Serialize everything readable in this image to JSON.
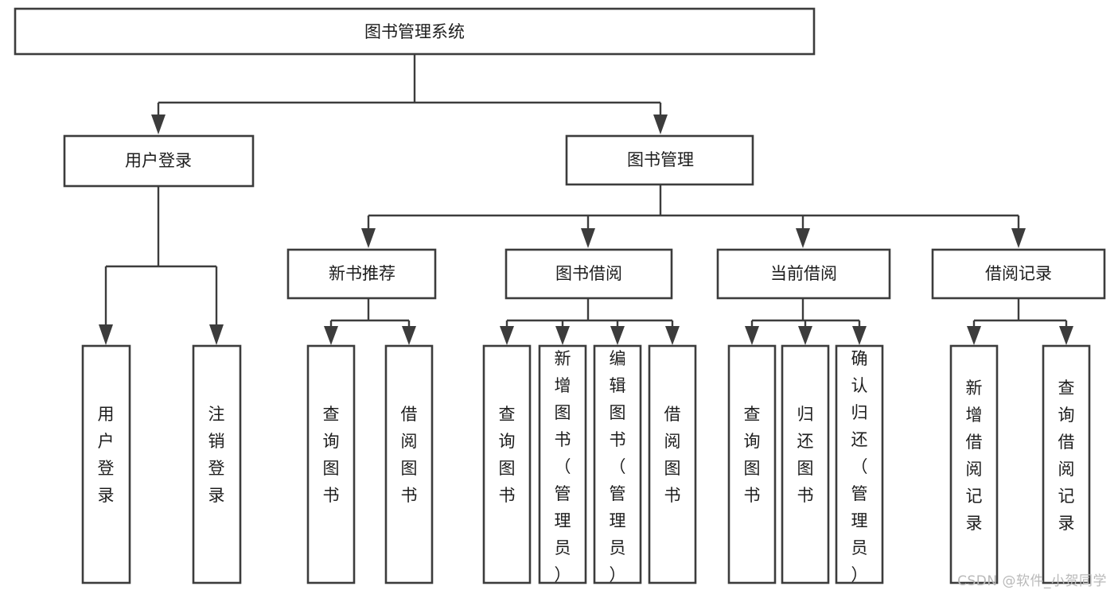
{
  "diagram": {
    "title": "图书管理系统",
    "type": "tree",
    "orientation": "top-down",
    "colors": {
      "background": "#ffffff",
      "node_fill": "#ffffff",
      "node_stroke": "#3c3c3c",
      "connector": "#3c3c3c",
      "text": "#1d1d1d",
      "watermark": "#b9b9b9"
    },
    "watermark": "CSDN @软件_小贺同学",
    "nodes": {
      "root": {
        "label": "图书管理系统"
      },
      "level1": [
        {
          "id": "user-login",
          "label": "用户登录"
        },
        {
          "id": "book-manage",
          "label": "图书管理"
        }
      ],
      "level2": [
        {
          "id": "new-book-rec",
          "label": "新书推荐",
          "parent": "book-manage"
        },
        {
          "id": "book-borrow",
          "label": "图书借阅",
          "parent": "book-manage"
        },
        {
          "id": "current-borrow",
          "label": "当前借阅",
          "parent": "book-manage"
        },
        {
          "id": "borrow-record",
          "label": "借阅记录",
          "parent": "book-manage"
        }
      ],
      "leaves": [
        {
          "id": "leaf-user-login",
          "label": "用户登录",
          "parent": "user-login"
        },
        {
          "id": "leaf-user-logout",
          "label": "注销登录",
          "parent": "user-login"
        },
        {
          "id": "leaf-query-book-1",
          "label": "查询图书",
          "parent": "new-book-rec"
        },
        {
          "id": "leaf-borrow-book-1",
          "label": "借阅图书",
          "parent": "new-book-rec"
        },
        {
          "id": "leaf-query-book-2",
          "label": "查询图书",
          "parent": "book-borrow"
        },
        {
          "id": "leaf-add-book",
          "label": "新增图书（管理员）",
          "parent": "book-borrow"
        },
        {
          "id": "leaf-edit-book",
          "label": "编辑图书（管理员）",
          "parent": "book-borrow"
        },
        {
          "id": "leaf-borrow-book-2",
          "label": "借阅图书",
          "parent": "book-borrow"
        },
        {
          "id": "leaf-query-book-3",
          "label": "查询图书",
          "parent": "current-borrow"
        },
        {
          "id": "leaf-return-book",
          "label": "归还图书",
          "parent": "current-borrow"
        },
        {
          "id": "leaf-confirm-return",
          "label": "确认归还（管理员）",
          "parent": "current-borrow"
        },
        {
          "id": "leaf-add-record",
          "label": "新增借阅记录",
          "parent": "borrow-record"
        },
        {
          "id": "leaf-query-record",
          "label": "查询借阅记录",
          "parent": "borrow-record"
        }
      ]
    }
  }
}
